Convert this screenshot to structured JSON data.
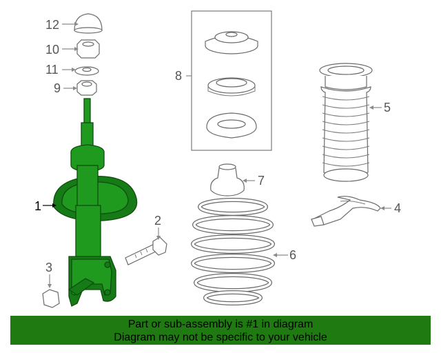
{
  "callouts": {
    "c1": "1",
    "c2": "2",
    "c3": "3",
    "c4": "4",
    "c5": "5",
    "c6": "6",
    "c7": "7",
    "c8": "8",
    "c9": "9",
    "c10": "10",
    "c11": "11",
    "c12": "12"
  },
  "banner": {
    "line1": "Part or sub-assembly is #1 in diagram",
    "line2": "Diagram may not be specific to your vehicle"
  },
  "colors": {
    "highlight": "#1f9a1f",
    "banner": "#1f7a12"
  }
}
